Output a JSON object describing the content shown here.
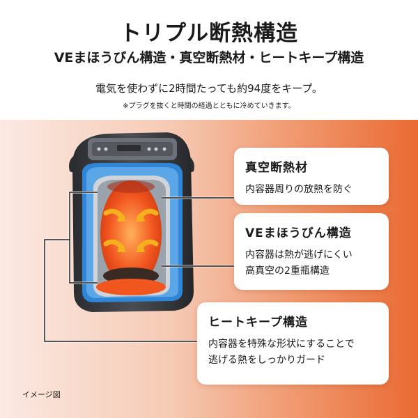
{
  "header": {
    "title": "トリプル断熱構造",
    "subtitle": "VEまほうびん構造・真空断熱材・ヒートキープ構造",
    "description": "電気を使わずに2時間たっても約94度をキープ。",
    "note": "※プラグを抜くと時間の経過とともに冷めていきます。"
  },
  "features": [
    {
      "title": "真空断熱材",
      "lines": [
        "内容器周りの放熱を防ぐ"
      ]
    },
    {
      "title": "VEまほうびん構造",
      "lines": [
        "内容器は熱が逃げにくい",
        "高真空の2重瓶構造"
      ]
    },
    {
      "title": "ヒートキープ構造",
      "lines": [
        "内容器を特殊な形状にすることで",
        "逃げる熱をしっかりガード"
      ]
    }
  ],
  "image_label": "イメージ図",
  "colors": {
    "panel_gradient_start": "#fbe9e2",
    "panel_gradient_end": "#ea6a33",
    "insulation_blue": "#2f86d6",
    "heat_orange": "#f2561f",
    "arrow_yellow": "#f5b01e"
  }
}
